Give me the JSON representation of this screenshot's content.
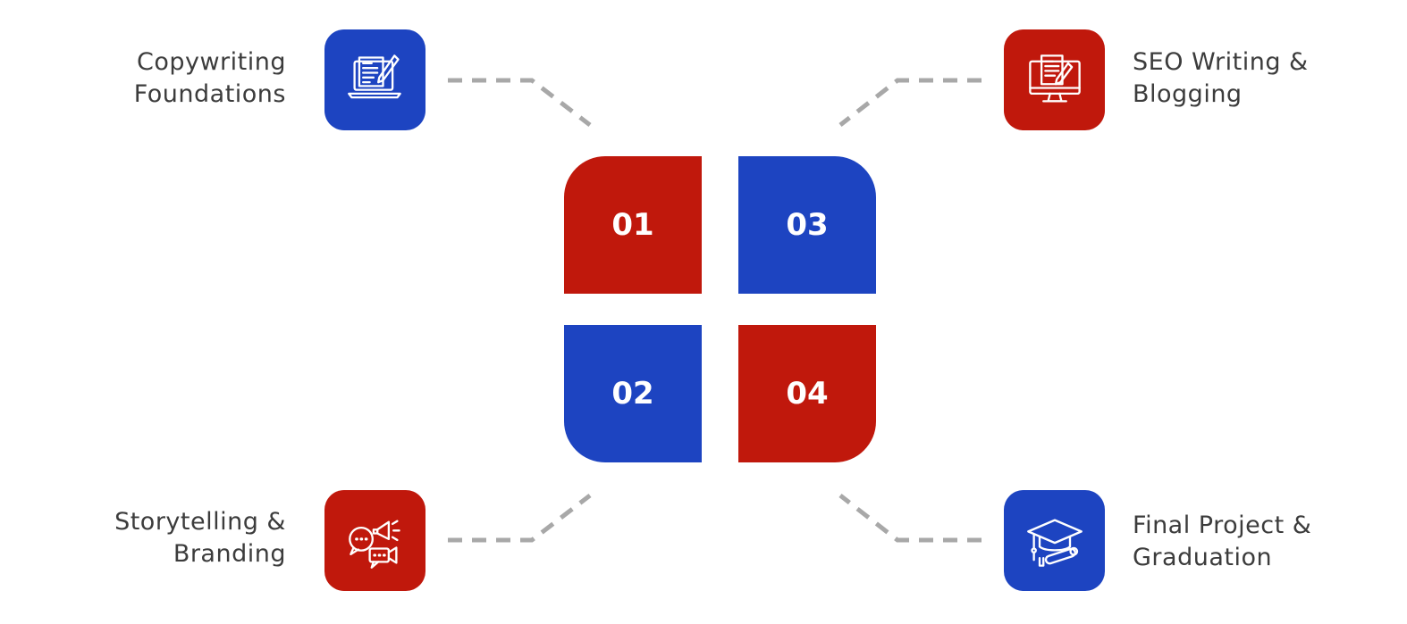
{
  "colors": {
    "red": "#c0180c",
    "blue": "#1d44c1",
    "connector": "#a8a8a8",
    "text": "#3c3c3c"
  },
  "tiles": [
    {
      "number": "01",
      "color": "red"
    },
    {
      "number": "02",
      "color": "blue"
    },
    {
      "number": "03",
      "color": "blue"
    },
    {
      "number": "04",
      "color": "red"
    }
  ],
  "steps": [
    {
      "lines": [
        "Copywriting",
        "Foundations"
      ],
      "icon": "laptop-document-pen-icon",
      "color": "blue"
    },
    {
      "lines": [
        "Storytelling &",
        "Branding"
      ],
      "icon": "chat-megaphone-video-icon",
      "color": "red"
    },
    {
      "lines": [
        "SEO Writing &",
        "Blogging"
      ],
      "icon": "monitor-document-pen-icon",
      "color": "red"
    },
    {
      "lines": [
        "Final Project &",
        "Graduation"
      ],
      "icon": "graduation-cap-diploma-icon",
      "color": "blue"
    }
  ]
}
